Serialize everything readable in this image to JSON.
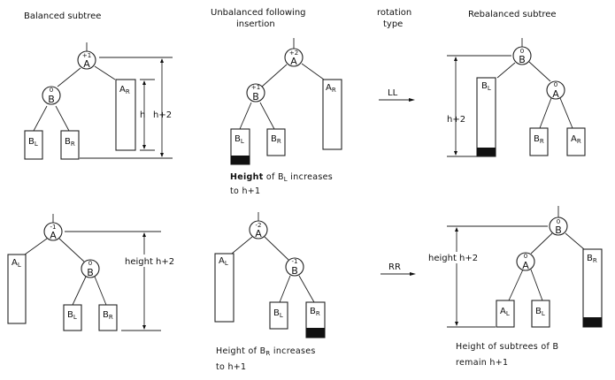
{
  "titles": {
    "balanced": "Balanced  subtree",
    "unbalanced_1": "Unbalanced  following",
    "unbalanced_2": "insertion",
    "rotation_1": "rotation",
    "rotation_2": "type",
    "rebalanced": "Rebalanced   subtree"
  },
  "rotations": {
    "ll": "LL",
    "rr": "RR"
  },
  "row1": {
    "balanced": {
      "root": {
        "letter": "A",
        "bf": "+1"
      },
      "child": {
        "letter": "B",
        "bf": "0"
      },
      "subtrees": [
        {
          "main": "B",
          "idx": "L"
        },
        {
          "main": "B",
          "idx": "R"
        },
        {
          "main": "A",
          "idx": "R"
        }
      ],
      "dim_inner": "h",
      "dim_outer": "h+2"
    },
    "unbalanced": {
      "root": {
        "letter": "A",
        "bf": "+2"
      },
      "child": {
        "letter": "B",
        "bf": "+1"
      },
      "subtrees": [
        {
          "main": "B",
          "idx": "L"
        },
        {
          "main": "B",
          "idx": "R"
        },
        {
          "main": "A",
          "idx": "R"
        }
      ],
      "caption_bold": "Height",
      "caption_1a": " of  B",
      "caption_1idx": "L",
      "caption_1b": "  increases",
      "caption_2": "to  h+1"
    },
    "rebalanced": {
      "root": {
        "letter": "B",
        "bf": "0"
      },
      "child": {
        "letter": "A",
        "bf": "0"
      },
      "subtrees": [
        {
          "main": "B",
          "idx": "L"
        },
        {
          "main": "B",
          "idx": "R"
        },
        {
          "main": "A",
          "idx": "R"
        }
      ],
      "dim": "h+2"
    }
  },
  "row2": {
    "balanced": {
      "root": {
        "letter": "A",
        "bf": "-1"
      },
      "child": {
        "letter": "B",
        "bf": "0"
      },
      "subtrees": [
        {
          "main": "A",
          "idx": "L"
        },
        {
          "main": "B",
          "idx": "L"
        },
        {
          "main": "B",
          "idx": "R"
        }
      ],
      "dim": "height  h+2"
    },
    "unbalanced": {
      "root": {
        "letter": "A",
        "bf": "-2"
      },
      "child": {
        "letter": "B",
        "bf": "-1"
      },
      "subtrees": [
        {
          "main": "A",
          "idx": "L"
        },
        {
          "main": "B",
          "idx": "L"
        },
        {
          "main": "B",
          "idx": "R"
        }
      ],
      "caption_1a": "Height  of  B",
      "caption_1idx": "R",
      "caption_1b": "  increases",
      "caption_2": "to  h+1"
    },
    "rebalanced": {
      "root": {
        "letter": "B",
        "bf": "0"
      },
      "child": {
        "letter": "A",
        "bf": "0"
      },
      "subtrees": [
        {
          "main": "A",
          "idx": "L"
        },
        {
          "main": "B",
          "idx": "L"
        },
        {
          "main": "B",
          "idx": "R"
        }
      ],
      "dim": "height  h+2",
      "caption_1": "Height  of  subtrees  of  B",
      "caption_2": "remain  h+1"
    }
  }
}
